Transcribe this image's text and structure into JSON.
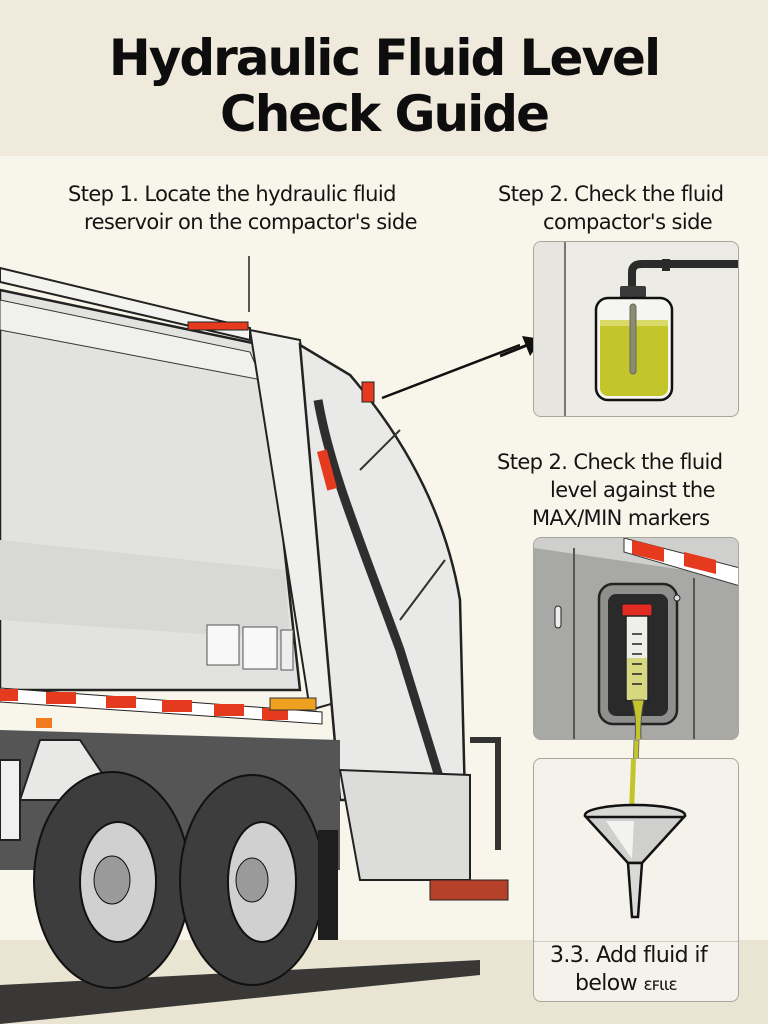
{
  "header": {
    "title_line1": "Hydraulic Fluid Level",
    "title_line2": "Check Guide"
  },
  "steps": [
    {
      "id": "step1",
      "line1": "Step 1. Locate the hydraulic fluid",
      "line2": "reservoir on the compactor's side",
      "illustration": "garbage-truck-compactor"
    },
    {
      "id": "step2a",
      "line1": "Step 2. Check the fluid",
      "line2": "compactor's side",
      "illustration": "hydraulic-reservoir-tank"
    },
    {
      "id": "step2b",
      "line1": "Step 2. Check the fluid",
      "line2": "level against the",
      "line3": "MAX/MIN markers",
      "illustration": "sight-gauge-tube"
    },
    {
      "id": "step3",
      "line1": "3.3. Add fluid if",
      "line2": "below",
      "line2_garbled": "ɛꜰɩɩɛ",
      "illustration": "funnel"
    }
  ],
  "colors": {
    "background": "#f8f6ea",
    "header_bg": "#efeadc",
    "fluid": "#c3c52a",
    "safety_red": "#e63a1e",
    "truck_body": "#e4e4e2",
    "tire": "#3d3d3d"
  }
}
